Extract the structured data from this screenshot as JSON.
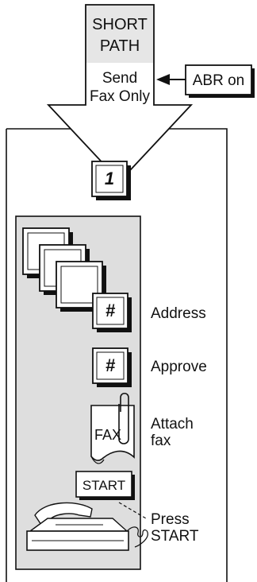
{
  "header": {
    "title_line1": "SHORT",
    "title_line2": "PATH",
    "subtitle_line1": "Send",
    "subtitle_line2": "Fax Only"
  },
  "side_button": {
    "label": "ABR on"
  },
  "steps": [
    {
      "key_label": "1",
      "caption_line1": "",
      "caption_line2": ""
    },
    {
      "key_label": "#",
      "caption_line1": "Address",
      "caption_line2": ""
    },
    {
      "key_label": "#",
      "caption_line1": "Approve",
      "caption_line2": ""
    },
    {
      "key_label": "FAX",
      "caption_line1": "Attach",
      "caption_line2": "fax"
    },
    {
      "key_label": "START",
      "caption_line1": "Press",
      "caption_line2": "START"
    }
  ],
  "colors": {
    "header_fill": "#e6e6e6",
    "panel_fill": "#dedede",
    "stroke": "#111111",
    "background": "#ffffff"
  }
}
